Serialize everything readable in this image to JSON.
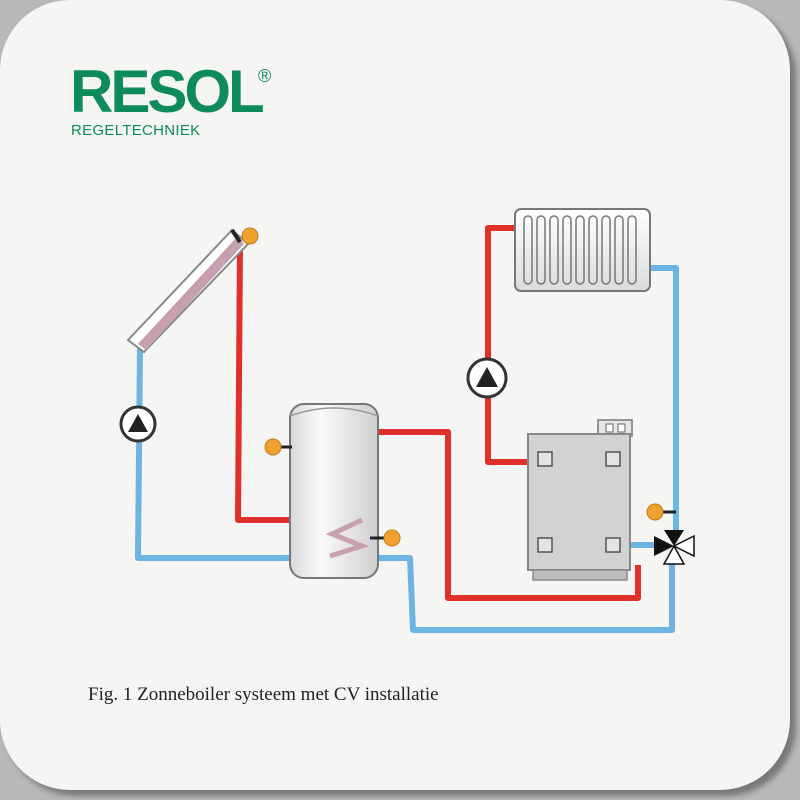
{
  "logo": {
    "name": "RESOL",
    "registered": "®",
    "subtitle": "REGELTECHNIEK"
  },
  "caption": "Fig. 1 Zonneboiler systeem met CV installatie",
  "colors": {
    "brand": "#0d8c5a",
    "hot_pipe": "#e0302a",
    "cold_pipe": "#6cb4e4",
    "sensor": "#f0a030",
    "boiler_body": "#d2d2d2",
    "background": "#f5f5f3"
  }
}
